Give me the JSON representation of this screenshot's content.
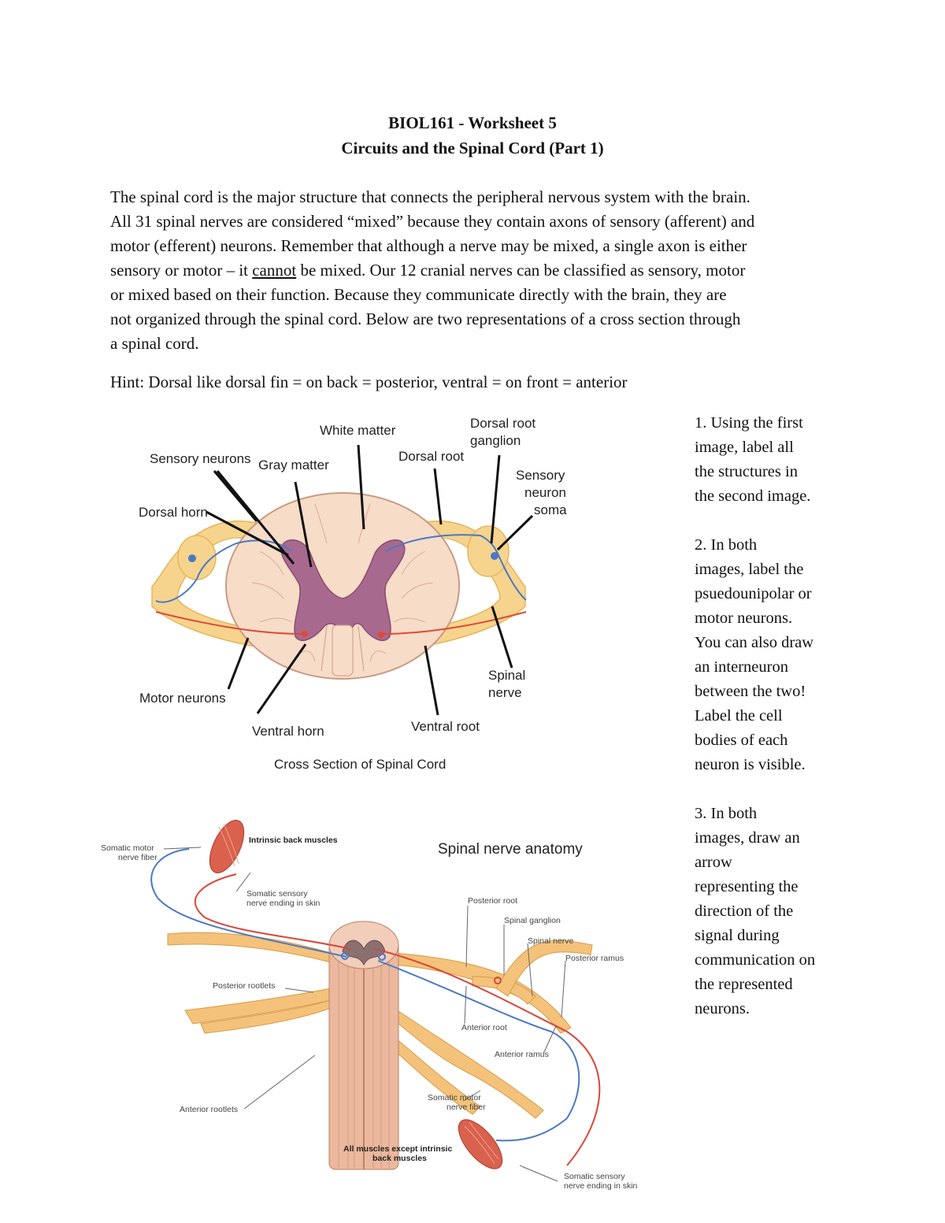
{
  "header": {
    "title": "BIOL161 - Worksheet 5",
    "subtitle": "Circuits and the Spinal Cord (Part 1)"
  },
  "intro": {
    "lines": [
      "The spinal cord is the major structure that connects the peripheral nervous system with the brain.",
      "All 31 spinal nerves are considered “mixed” because they contain axons of sensory (afferent) and",
      "motor (efferent) neurons.  Remember that although a nerve may be mixed, a single axon is either",
      "sensory or motor – it ",
      "cannot",
      " be mixed.  Our 12 cranial nerves can be classified as sensory, motor",
      "or mixed based on their function.  Because they communicate directly with the brain, they are",
      "not organized through the spinal cord.  Below are two representations of a cross section through",
      "a spinal cord."
    ]
  },
  "hint": "Hint: Dorsal like dorsal fin = on back = posterior, ventral = on front = anterior",
  "questions": [
    {
      "lines": [
        "1.   Using the first",
        "image, label all",
        "the structures in",
        "the second image."
      ]
    },
    {
      "lines": [
        "2.   In both",
        "images, label the",
        "psuedounipolar or",
        "motor neurons.",
        "You can also draw",
        "an interneuron",
        "between the two!",
        "Label the cell",
        "bodies of each",
        "neuron is visible."
      ]
    },
    {
      "lines": [
        "3.   In both",
        "images, draw an",
        "arrow",
        "representing the",
        "direction of the",
        "signal during",
        "communication on",
        "the represented",
        "neurons."
      ]
    }
  ],
  "figure1": {
    "caption": "Cross Section of Spinal Cord",
    "labels": {
      "white_matter": "White matter",
      "dorsal_root_ganglion_1": "Dorsal root",
      "dorsal_root_ganglion_2": "ganglion",
      "sensory_neurons": "Sensory neurons",
      "gray_matter": "Gray matter",
      "dorsal_root": "Dorsal root",
      "sensory_soma_1": "Sensory",
      "sensory_soma_2": "neuron",
      "sensory_soma_3": "soma",
      "dorsal_horn": "Dorsal horn",
      "spinal_nerve_1": "Spinal",
      "spinal_nerve_2": "nerve",
      "motor_neurons": "Motor neurons",
      "ventral_horn": "Ventral horn",
      "ventral_root": "Ventral root"
    },
    "colors": {
      "white_matter": "#f7dcc8",
      "gray_matter": "#a8698f",
      "nerve": "#f6d48e",
      "sensory_axon": "#4a79c4",
      "motor_axon": "#e04a33"
    }
  },
  "figure2": {
    "title": "Spinal nerve anatomy",
    "labels": {
      "somatic_motor_1": "Somatic motor",
      "somatic_motor_2": "nerve fiber",
      "intrinsic_back": "Intrinsic back muscles",
      "somatic_sensory_1": "Somatic sensory",
      "somatic_sensory_2": "nerve ending in skin",
      "posterior_root": "Posterior root",
      "spinal_ganglion": "Spinal ganglion",
      "spinal_nerve": "Spinal nerve",
      "posterior_ramus": "Posterior ramus",
      "posterior_rootlets": "Posterior rootlets",
      "anterior_root": "Anterior root",
      "anterior_ramus": "Anterior ramus",
      "somatic_motor_b1": "Somatic motor",
      "somatic_motor_b2": "nerve fiber",
      "anterior_rootlets": "Anterior rootlets",
      "all_muscles_1": "All muscles except intrinsic",
      "all_muscles_2": "back muscles",
      "somatic_sensory_b1": "Somatic sensory",
      "somatic_sensory_b2": "nerve ending in skin"
    }
  }
}
